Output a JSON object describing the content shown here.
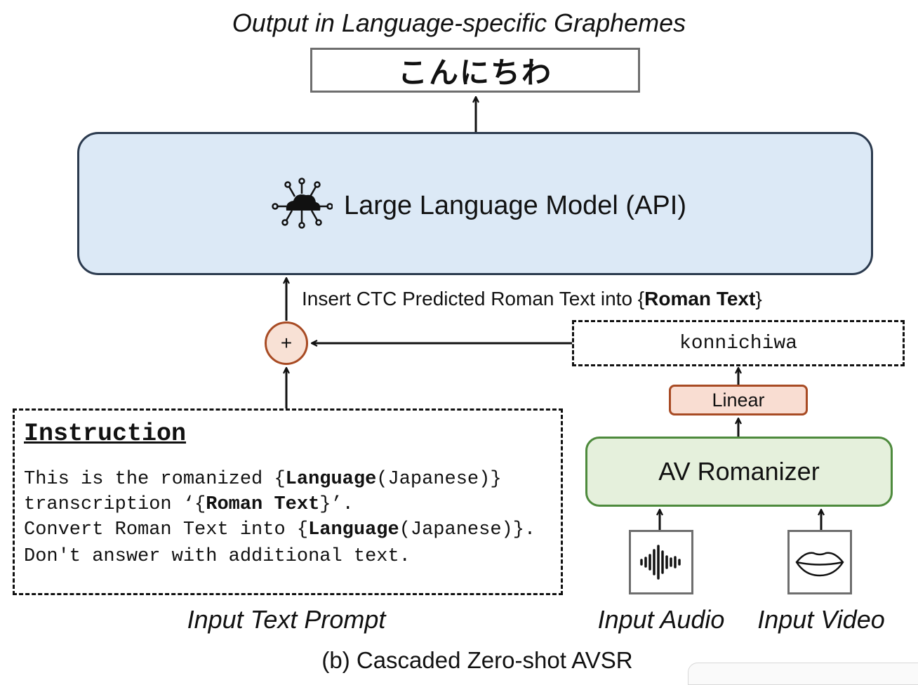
{
  "output": {
    "title": "Output in Language-specific Graphemes",
    "text": "こんにちわ"
  },
  "llm": {
    "label": "Large Language Model (API)",
    "icon": "cloud-ai-icon"
  },
  "insert": {
    "prefix": "Insert CTC Predicted Roman Text into {",
    "bold": "Roman Text",
    "suffix": "}"
  },
  "combiner": {
    "symbol": "+"
  },
  "ctc_output": {
    "text": "konnichiwa"
  },
  "linear": {
    "label": "Linear"
  },
  "av_romanizer": {
    "label": "AV Romanizer"
  },
  "inputs": {
    "audio_icon": "waveform-icon",
    "video_icon": "lips-icon",
    "audio_label": "Input Audio",
    "video_label": "Input Video",
    "prompt_label": "Input Text Prompt"
  },
  "instruction": {
    "title": "Instruction",
    "line1_a": "This is the romanized {",
    "line1_b": "Language",
    "line1_c": "(Japanese)}",
    "line2_a": "transcription ‘{",
    "line2_b": "Roman Text",
    "line2_c": "}’.",
    "line3_a": "Convert Roman Text into {",
    "line3_b": "Language",
    "line3_c": "(Japanese)}.",
    "line4": "Don't answer with additional text."
  },
  "caption": "(b) Cascaded Zero-shot AVSR"
}
